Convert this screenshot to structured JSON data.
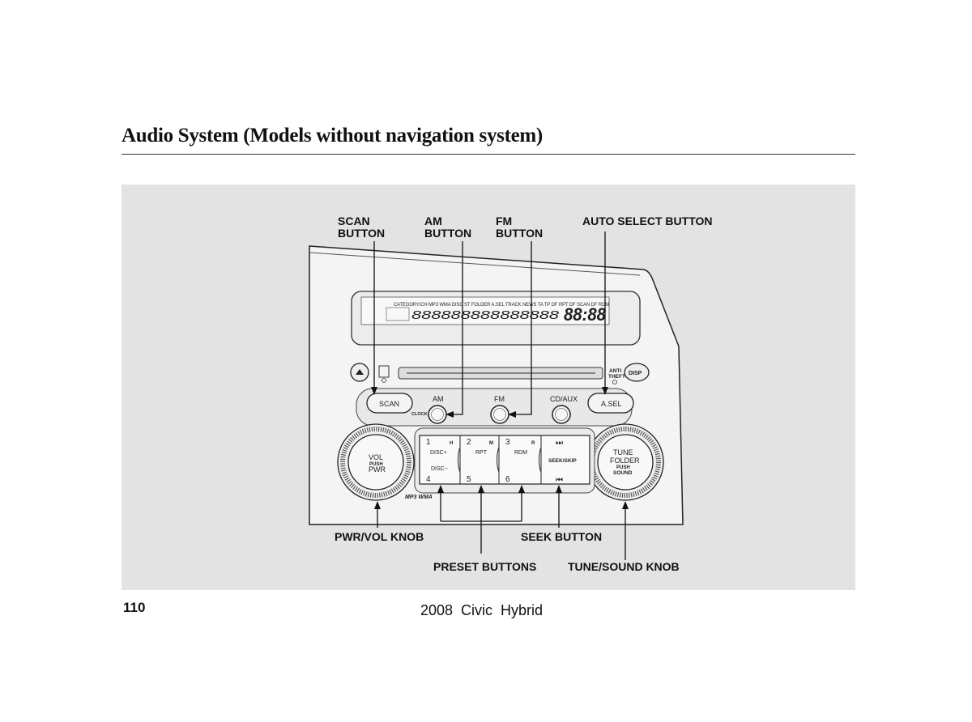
{
  "page": {
    "title": "Audio System (Models without navigation system)",
    "page_number": "110",
    "footer": "2008  Civic  Hybrid"
  },
  "callouts": {
    "scan_button": [
      "SCAN",
      "BUTTON"
    ],
    "am_button": [
      "AM",
      "BUTTON"
    ],
    "fm_button": [
      "FM",
      "BUTTON"
    ],
    "auto_select_button": "AUTO SELECT BUTTON",
    "pwr_vol_knob": "PWR/VOL KNOB",
    "seek_button": "SEEK BUTTON",
    "preset_buttons": "PRESET BUTTONS",
    "tune_sound_knob": "TUNE/SOUND KNOB"
  },
  "unit_labels": {
    "display_indicators": "CATEGORY/CH MP3 WMA   DISC ST FOLDER A.SEL TRACK NEWS TA TP DF RPT DF SCAN DF RDM",
    "display_segments": "888888888888888",
    "display_clock": "88:88",
    "scan": "SCAN",
    "am": "AM",
    "clock": "CLOCK",
    "fm": "FM",
    "cd_aux": "CD/AUX",
    "a_sel": "A.SEL",
    "anti_theft": [
      "ANTI",
      "THEFT"
    ],
    "disp": "DISP",
    "vol_knob": [
      "VOL",
      "PUSH",
      "PWR"
    ],
    "tune_knob": [
      "TUNE",
      "FOLDER",
      "PUSH",
      "SOUND"
    ],
    "preset_numbers": [
      "1",
      "2",
      "3",
      "4",
      "5",
      "6"
    ],
    "preset_sub_labels": [
      "H",
      "M",
      "R"
    ],
    "disc_plus": "DISC+",
    "disc_minus": "DISC−",
    "rpt": "RPT",
    "rdm": "RDM",
    "seek_skip": "SEEK/SKIP",
    "seek_up_icon": "⏭",
    "seek_down_icon": "⏮",
    "mp3_wma": "MP3 WMA"
  }
}
